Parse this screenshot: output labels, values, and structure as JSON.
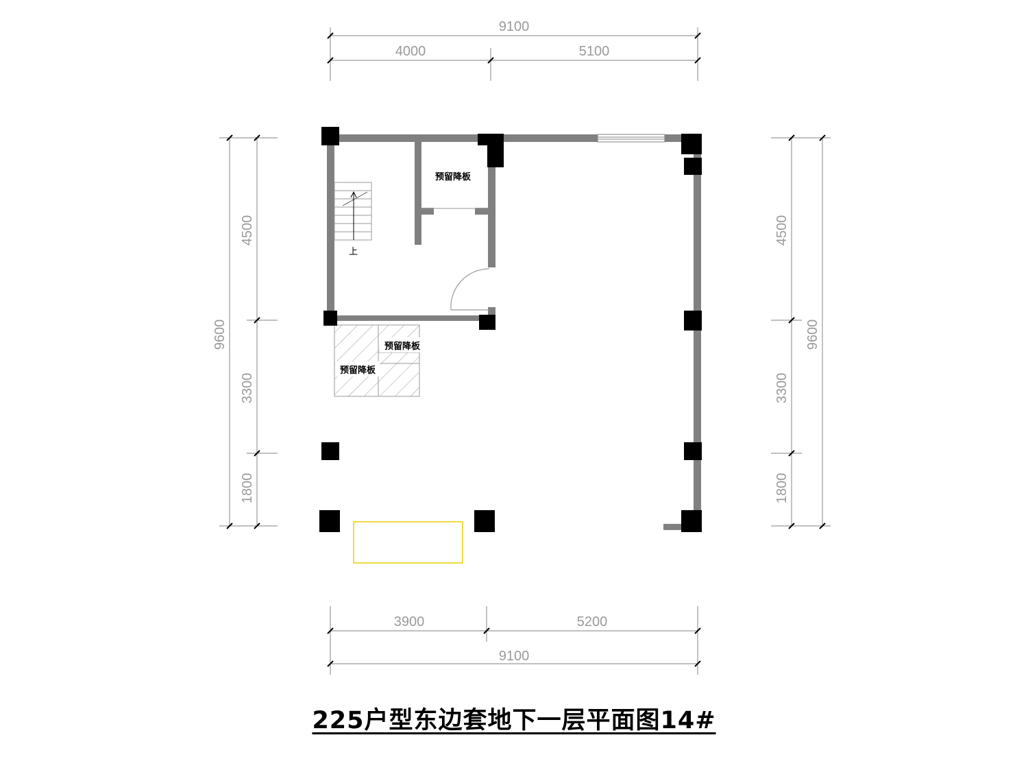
{
  "title": "225户型东边套地下一层平面图14#",
  "dimensions": {
    "top_total": "9100",
    "top_left": "4000",
    "top_right": "5100",
    "bottom_left": "3900",
    "bottom_right": "5200",
    "bottom_total": "9100",
    "left_total": "9600",
    "left_top": "4500",
    "left_mid": "3300",
    "left_bottom": "1800",
    "right_total": "9600",
    "right_top": "4500",
    "right_mid": "3300",
    "right_bottom": "1800"
  },
  "rooms": {
    "reserved_upper": "预留降板",
    "reserved_hatch_right": "预留降板",
    "reserved_hatch_left": "预留降板"
  },
  "stair_label": "上",
  "colors": {
    "wall": "#808080",
    "column": "#000000",
    "dimension": "#9a9a9a",
    "highlight_box": "#e8d000"
  }
}
